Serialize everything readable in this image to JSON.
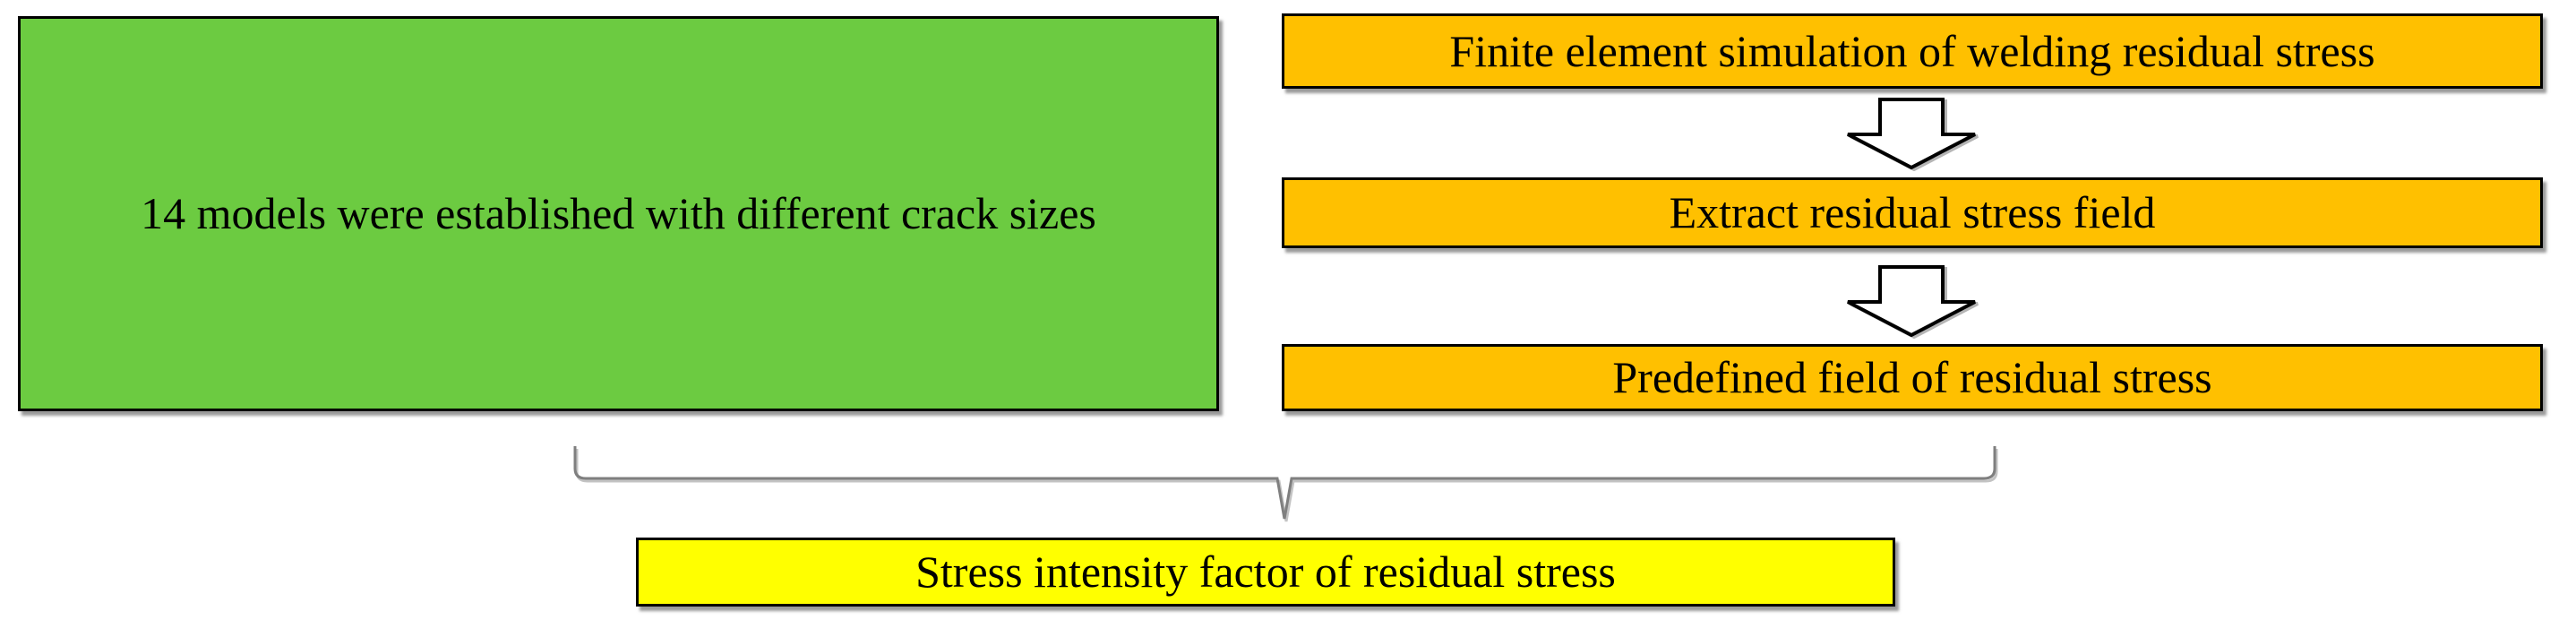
{
  "diagram": {
    "left_box": {
      "text": "14 models were established with different crack sizes"
    },
    "flow_steps": [
      {
        "label": "Finite element simulation of welding residual stress"
      },
      {
        "label": "Extract residual stress field"
      },
      {
        "label": "Predefined field of residual stress"
      }
    ],
    "result_box": {
      "text": "Stress intensity factor of residual stress"
    },
    "icons": {
      "arrow": "down-block-arrow",
      "brace": "underbrace"
    },
    "colors": {
      "left_box_fill": "#6CCB41",
      "step_fill": "#FFC000",
      "result_fill": "#FFFF00",
      "border": "#000000",
      "brace_stroke": "#7F7F7F",
      "arrow_fill": "#FFFFFF",
      "text": "#000000"
    }
  }
}
